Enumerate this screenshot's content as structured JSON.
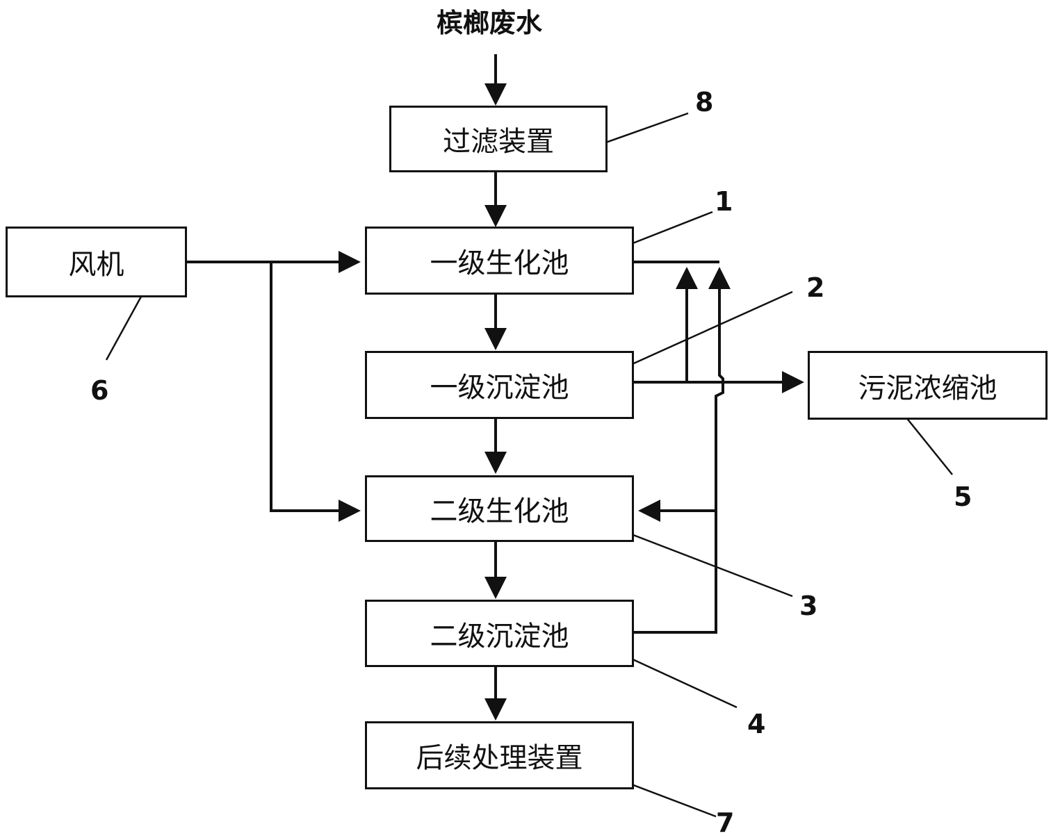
{
  "source_label": "槟榔废水",
  "boxes": {
    "filter": "过滤装置",
    "bio1": "一级生化池",
    "sed1": "一级沉淀池",
    "bio2": "二级生化池",
    "sed2": "二级沉淀池",
    "post": "后续处理装置",
    "fan": "风机",
    "sludge": "污泥浓缩池"
  },
  "numbers": {
    "bio1": "1",
    "sed1": "2",
    "bio2": "3",
    "sed2": "4",
    "sludge": "5",
    "fan": "6",
    "post": "7",
    "filter": "8"
  }
}
